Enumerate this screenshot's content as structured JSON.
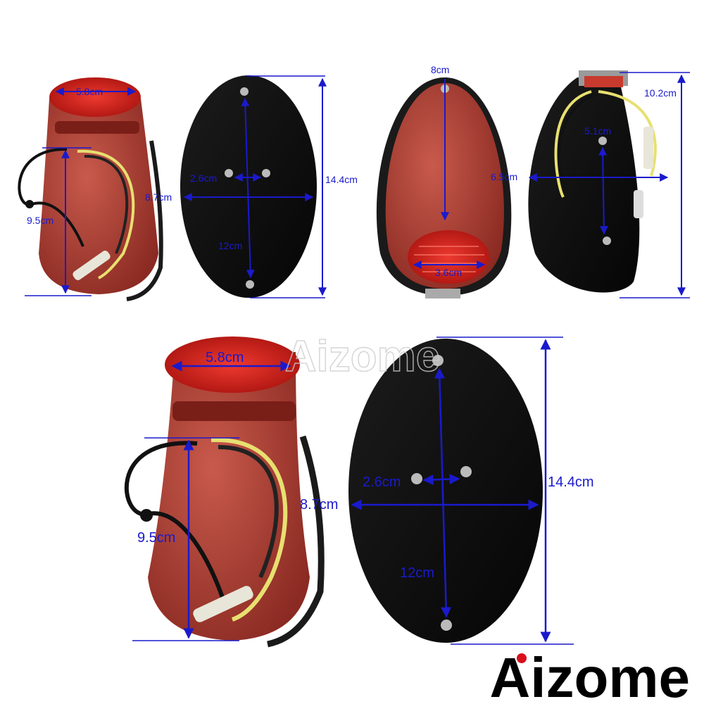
{
  "brand": {
    "name": "Aizome",
    "watermark": "Aizome",
    "accent_color": "#d8101c"
  },
  "colors": {
    "dimension_line": "#1a1acc",
    "lamp_body": "#b8433a",
    "lamp_lens": "#c8201c",
    "base_plate": "#111111"
  },
  "views": {
    "top_left_side": {
      "lens_width": "5.8cm",
      "height": "9.5cm"
    },
    "top_plate": {
      "stud_spacing": "2.6cm",
      "width": "8.7cm",
      "height": "14.4cm",
      "hole_distance": "12cm"
    },
    "top_rear": {
      "top_width": "8cm",
      "lens_diameter": "3.6cm"
    },
    "top_back": {
      "height": "10.2cm",
      "stud_offset": "5.1cm",
      "width": "6.5cm"
    },
    "bottom_side": {
      "lens_width": "5.8cm",
      "height": "9.5cm"
    },
    "bottom_plate": {
      "stud_spacing": "2.6cm",
      "width": "8.7cm",
      "height": "14.4cm",
      "hole_distance": "12cm"
    }
  }
}
